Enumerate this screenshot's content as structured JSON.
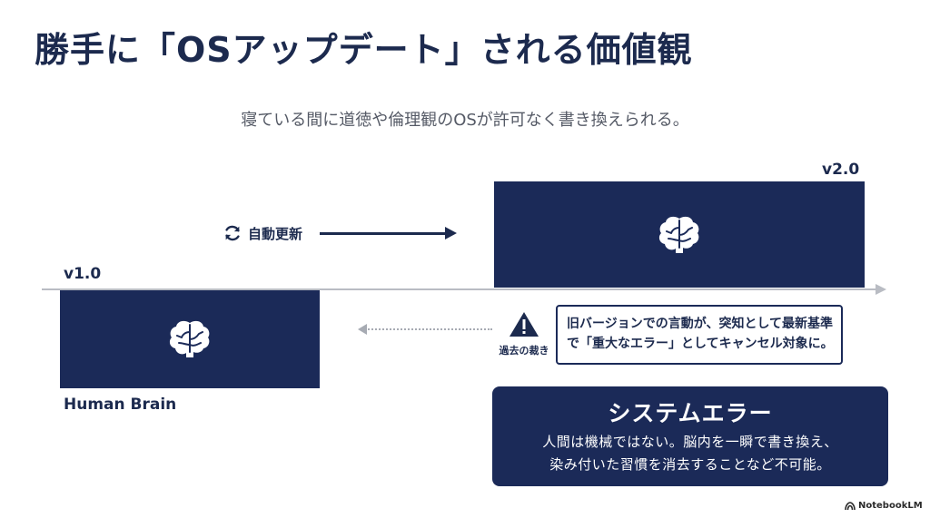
{
  "title": "勝手に「OSアップデート」される価値観",
  "subtitle": "寝ている間に道徳や倫理観のOSが許可なく書き換えられる。",
  "diagram": {
    "v1_label": "v1.0",
    "v2_label": "v2.0",
    "update_label": "自動更新",
    "warning_label": "過去の裁き",
    "notice_lines": [
      "旧バージョンでの言動が、突知として最新基準",
      "で「重大なエラー」としてキャンセル対象に。"
    ],
    "brain_label": "Human Brain",
    "error_box": {
      "title": "システムエラー",
      "lines": [
        "人間は機械ではない。脳内を一瞬で書き換え、",
        "染み付いた習慣を消去することなど不可能。"
      ]
    },
    "icons": [
      "brain-icon",
      "refresh-icon",
      "warning-icon",
      "notebooklm-logo-icon"
    ]
  },
  "branding": {
    "logo_text": "NotebookLM"
  },
  "colors": {
    "navy": "#1b2a58",
    "axis": "#b9bcc3",
    "text": "#1c2a4e"
  }
}
